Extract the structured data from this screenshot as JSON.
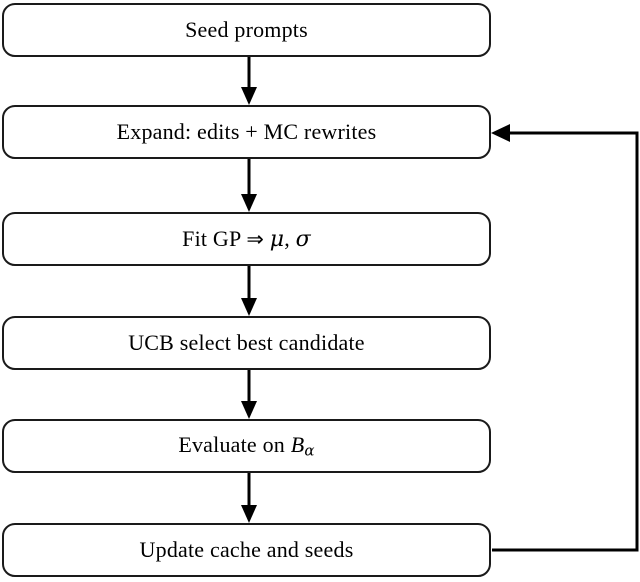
{
  "diagram": {
    "title": "Prompt optimization loop flowchart",
    "orientation": "vertical",
    "accent_color": "#000000",
    "background_color": "#ffffff",
    "nodes": [
      {
        "id": "seed-prompts",
        "label": "Seed prompts",
        "shape": "rounded-rectangle"
      },
      {
        "id": "expand",
        "label": "Expand: edits + MC rewrites",
        "shape": "rounded-rectangle"
      },
      {
        "id": "fit-gp",
        "label_pre": "Fit GP ",
        "arrow": "⇒",
        "label_mu": "μ",
        "label_sep": ", ",
        "label_sigma": "σ",
        "shape": "rounded-rectangle"
      },
      {
        "id": "ucb-select",
        "label": "UCB select best candidate",
        "shape": "rounded-rectangle"
      },
      {
        "id": "evaluate",
        "label_pre": "Evaluate on ",
        "label_var": "B",
        "label_sub": "α",
        "shape": "rounded-rectangle"
      },
      {
        "id": "update-cache",
        "label": "Update cache and seeds",
        "shape": "rounded-rectangle"
      }
    ],
    "edges": [
      {
        "from": "seed-prompts",
        "to": "expand",
        "type": "straight-down",
        "arrowhead": "filled-triangle"
      },
      {
        "from": "expand",
        "to": "fit-gp",
        "type": "straight-down",
        "arrowhead": "filled-triangle"
      },
      {
        "from": "fit-gp",
        "to": "ucb-select",
        "type": "straight-down",
        "arrowhead": "filled-triangle"
      },
      {
        "from": "ucb-select",
        "to": "evaluate",
        "type": "straight-down",
        "arrowhead": "filled-triangle"
      },
      {
        "from": "evaluate",
        "to": "update-cache",
        "type": "straight-down",
        "arrowhead": "filled-triangle"
      },
      {
        "from": "update-cache",
        "to": "expand",
        "type": "feedback-loop-right",
        "arrowhead": "filled-triangle"
      }
    ]
  }
}
